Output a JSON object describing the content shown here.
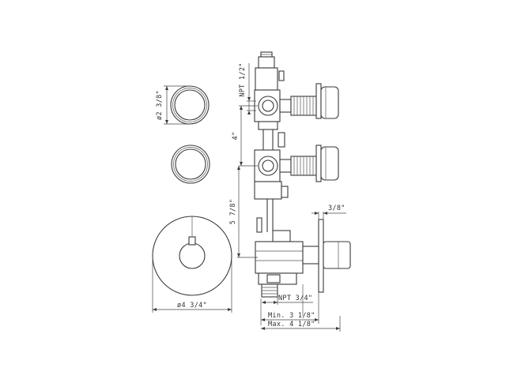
{
  "labels": {
    "dia_2_3_8": "ø2 3/8\"",
    "npt_half": "NPT 1/2\"",
    "four": "4\"",
    "five_7_8": "5 7/8\"",
    "three_8": "3/8\"",
    "dia_4_3_4": "ø4 3/4\"",
    "npt_3_4": "NPT 3/4\"",
    "min": "Min. 3 1/8\"",
    "max": "Max. 4 1/8\""
  }
}
